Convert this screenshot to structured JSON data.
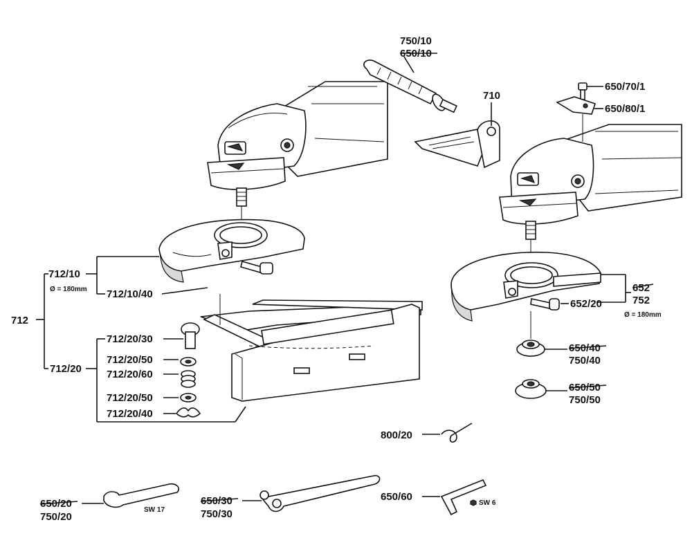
{
  "labels": {
    "handle_750_10": "750/10",
    "handle_650_10": "650/10",
    "part_710": "710",
    "screw_650_70_1": "650/70/1",
    "clamp_650_80_1": "650/80/1",
    "assembly_712": "712",
    "guard_712_10": "712/10",
    "diameter_left": "Ø = 180mm",
    "screw_712_10_40": "712/10/40",
    "bolt_712_20_30": "712/20/30",
    "washer_712_20_50_a": "712/20/50",
    "spring_712_20_60": "712/20/60",
    "washer_712_20_50_b": "712/20/50",
    "wingnut_712_20_40": "712/20/40",
    "guide_712_20": "712/20",
    "guard_652": "652",
    "guard_752": "752",
    "diameter_right": "Ø = 180mm",
    "screw_652_20": "652/20",
    "flange_650_40": "650/40",
    "flange_750_40": "750/40",
    "nut_650_50": "650/50",
    "nut_750_50": "750/50",
    "clip_800_20": "800/20",
    "wrench_650_20": "650/20",
    "wrench_750_20": "750/20",
    "wrench_sw17": "SW 17",
    "spanner_650_30": "650/30",
    "spanner_750_30": "750/30",
    "hexkey_650_60": "650/60",
    "hexkey_sw6": "SW 6"
  }
}
